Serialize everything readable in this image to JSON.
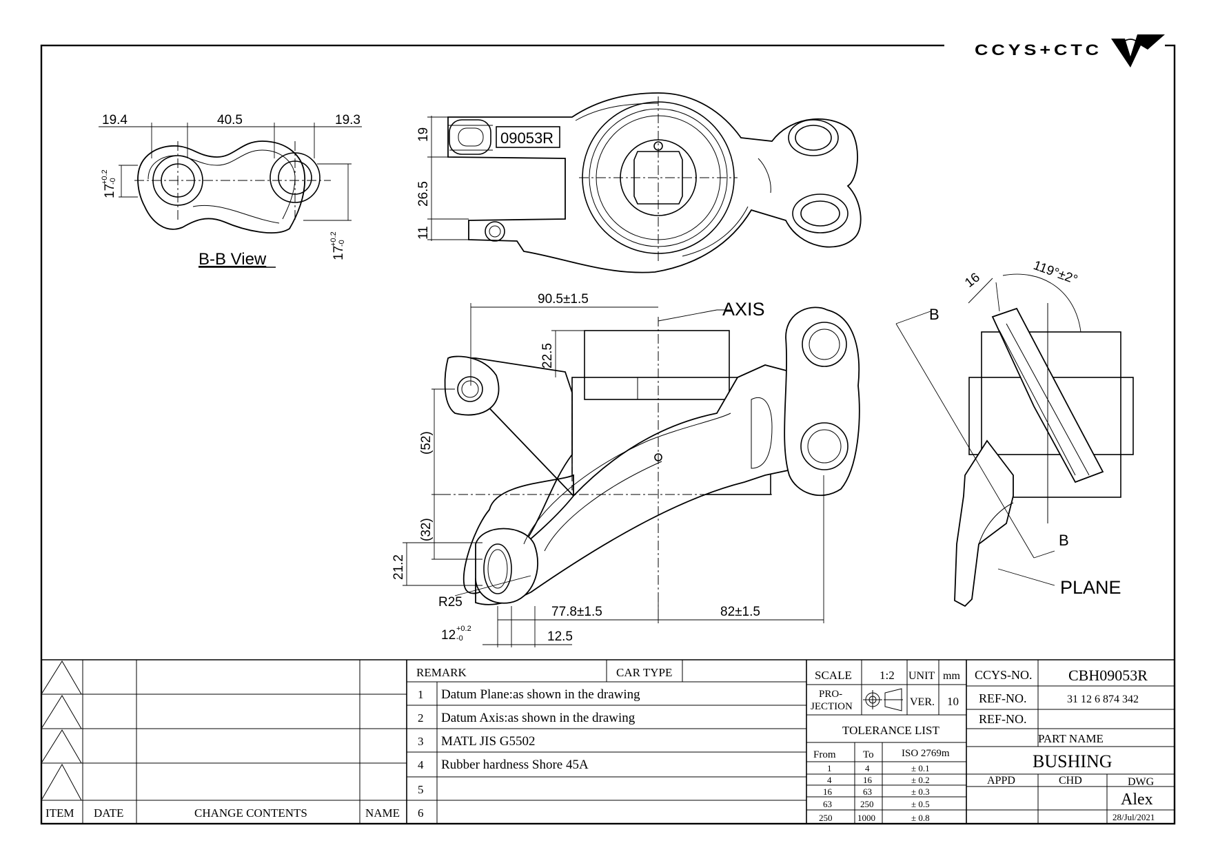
{
  "logo": "CCYS+CTC",
  "views": {
    "bb_title": "B-B View",
    "bb_dims": [
      "19.4",
      "40.5",
      "19.3"
    ],
    "bb_side_tol": "17",
    "bb_tol_plus": "+0.2",
    "bb_tol_minus": "-0",
    "top_dims": [
      "19",
      "26.5",
      "11"
    ],
    "part_marking": "09053R",
    "front_dims": {
      "width_half": "90.5±1.5",
      "height_top": "22.5",
      "height_mid": "(52)",
      "height_low": "(32)",
      "hole_offset": "21.2",
      "radius": "R25",
      "left_span": "77.8±1.5",
      "right_span": "82±1.5",
      "slot_width": "12",
      "slot_tol_plus": "+0.2",
      "slot_tol_minus": "-0",
      "slot_offset": "12.5"
    },
    "axis_label": "AXIS",
    "plane_label": "PLANE",
    "section_label_top": "B",
    "section_label_bottom": "B",
    "side_dims": {
      "thickness": "16",
      "angle": "119°±2°"
    }
  },
  "revision_table": {
    "headers": [
      "ITEM",
      "DATE",
      "CHANGE CONTENTS",
      "NAME"
    ],
    "rows": 4
  },
  "remarks": {
    "header": "REMARK",
    "car_type_label": "CAR TYPE",
    "items": [
      {
        "no": "1",
        "text": "Datum Plane:as shown in the drawing"
      },
      {
        "no": "2",
        "text": "Datum Axis:as shown in the drawing"
      },
      {
        "no": "3",
        "text": "MATL JIS G5502"
      },
      {
        "no": "4",
        "text": "Rubber hardness Shore 45A"
      },
      {
        "no": "5",
        "text": ""
      },
      {
        "no": "6",
        "text": ""
      }
    ]
  },
  "info": {
    "scale_label": "SCALE",
    "scale_value": "1:2",
    "unit_label": "UNIT",
    "unit_value": "mm",
    "projection_label_1": "PRO-",
    "projection_label_2": "JECTION",
    "ver_label": "VER.",
    "ver_value": "10",
    "tolerance_title": "TOLERANCE LIST",
    "tol_headers": [
      "From",
      "To",
      "ISO 2769m"
    ],
    "tol_rows": [
      [
        "1",
        "4",
        "± 0.1"
      ],
      [
        "4",
        "16",
        "± 0.2"
      ],
      [
        "16",
        "63",
        "± 0.3"
      ],
      [
        "63",
        "250",
        "± 0.5"
      ],
      [
        "250",
        "1000",
        "± 0.8"
      ]
    ]
  },
  "title_block": {
    "ccys_no_label": "CCYS-NO.",
    "ccys_no_value": "CBH09053R",
    "ref_no_label_1": "REF-NO.",
    "ref_no_value_1": "31 12 6 874 342",
    "ref_no_label_2": "REF-NO.",
    "ref_no_value_2": "",
    "part_name_label": "PART NAME",
    "part_name_value": "BUSHING",
    "appd_label": "APPD",
    "chd_label": "CHD",
    "dwg_label": "DWG",
    "drawn_by": "Alex",
    "date": "28/Jul/2021"
  }
}
